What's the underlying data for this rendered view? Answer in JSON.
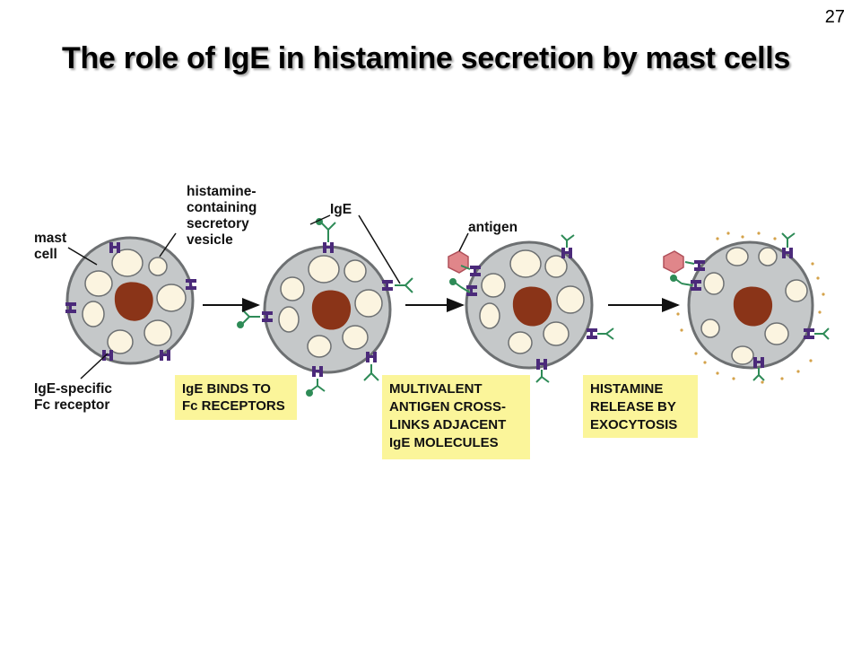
{
  "slide": {
    "number": "27",
    "title": "The role of IgE in histamine secretion by mast cells"
  },
  "labels": {
    "mast_cell": [
      "mast",
      "cell"
    ],
    "vesicle": [
      "histamine-",
      "containing",
      "secretory",
      "vesicle"
    ],
    "receptor": [
      "IgE-specific",
      "Fc receptor"
    ],
    "ige": "IgE",
    "antigen": "antigen"
  },
  "captions": [
    [
      "IgE BINDS TO",
      "Fc RECEPTORS"
    ],
    [
      "MULTIVALENT",
      "ANTIGEN CROSS-",
      "LINKS ADJACENT",
      "IgE MOLECULES"
    ],
    [
      "HISTAMINE",
      "RELEASE BY",
      "EXOCYTOSIS"
    ]
  ],
  "colors": {
    "cell_fill": "#c5c8c9",
    "cell_stroke": "#6d7072",
    "vesicle_fill": "#fbf4e0",
    "granule": "#d4a24a",
    "nucleus": "#8a3418",
    "receptor": "#4b2a7a",
    "ige": "#2e8b57",
    "antigen": "#e0868a",
    "caption_bg": "#fbf59a"
  }
}
